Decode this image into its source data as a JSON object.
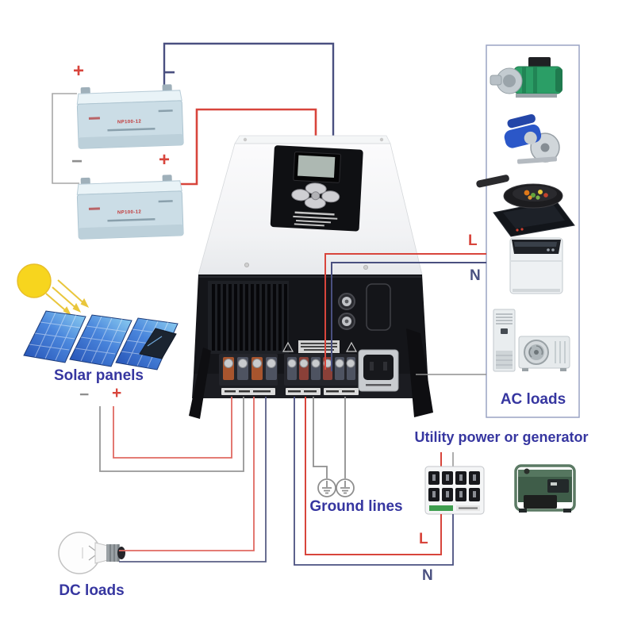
{
  "sections": {
    "solar": {
      "label": "Solar panels",
      "plus": "+",
      "minus": "−"
    },
    "dc_loads": {
      "label": "DC loads"
    },
    "ground": {
      "label": "Ground lines"
    },
    "utility": {
      "label": "Utility power or generator"
    },
    "ac_loads": {
      "label": "AC loads",
      "appliances": [
        "water-pump",
        "tile-cutter",
        "wok-on-induction-cooker",
        "washing-machine",
        "air-conditioner-indoor-and-outdoor"
      ]
    }
  },
  "batteries": [
    {
      "model": "NP100-12",
      "plus": "+",
      "minus": "−"
    },
    {
      "model": "NP100-12",
      "plus": "+",
      "minus": "−"
    }
  ],
  "wire_labels": {
    "ac_output": {
      "l": "L",
      "n": "N"
    },
    "utility": {
      "l": "L",
      "n": "N"
    }
  },
  "colors": {
    "live_wire": "#d8453c",
    "neutral_wire": "#4a5080",
    "ground_wire": "#979797",
    "section_label": "#3636a0"
  }
}
